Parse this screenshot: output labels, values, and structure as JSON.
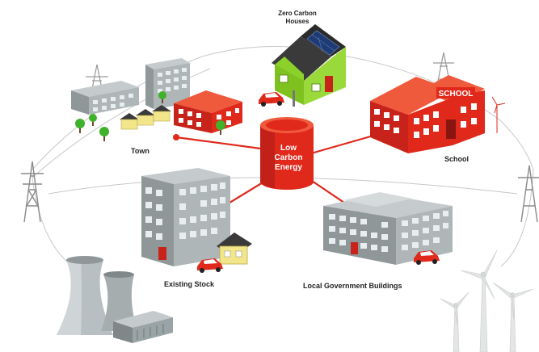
{
  "labels": {
    "zero_carbon_line1": "Zero Carbon",
    "zero_carbon_line2": "Houses",
    "town": "Town",
    "school": "School",
    "school_sign": "SCHOOL",
    "existing_stock": "Existing Stock",
    "local_government": "Local Government Buildings",
    "hub_line1": "Low",
    "hub_line2": "Carbon",
    "hub_line3": "Energy"
  },
  "colors": {
    "hub_red": "#e0281b",
    "building_grey": "#9aa3a6",
    "house_green": "#8bd12a",
    "pylon_grey": "#8a8a8a"
  },
  "icons": [
    "power-pylon-icon",
    "wind-turbine-icon",
    "cooling-tower-icon",
    "car-icon",
    "tree-icon"
  ]
}
